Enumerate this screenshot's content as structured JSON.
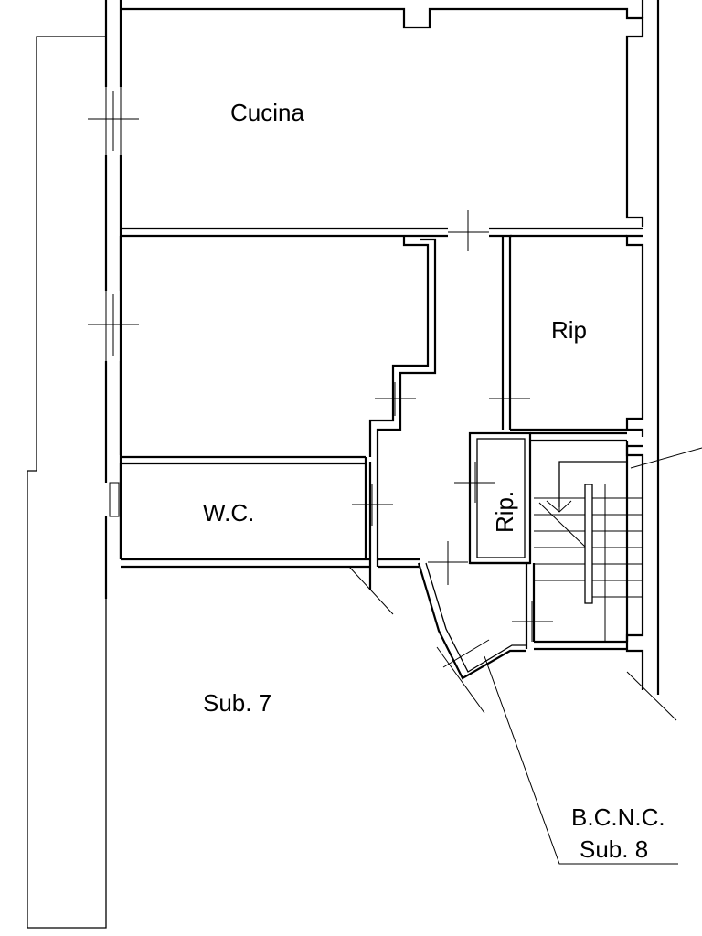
{
  "rooms": {
    "cucina": "Cucina",
    "rip_right": "Rip",
    "wc": "W.C.",
    "rip_small": "Rip.",
    "sub7": "Sub. 7"
  },
  "callout": {
    "line1": "B.C.N.C.",
    "line2": "Sub. 8"
  }
}
